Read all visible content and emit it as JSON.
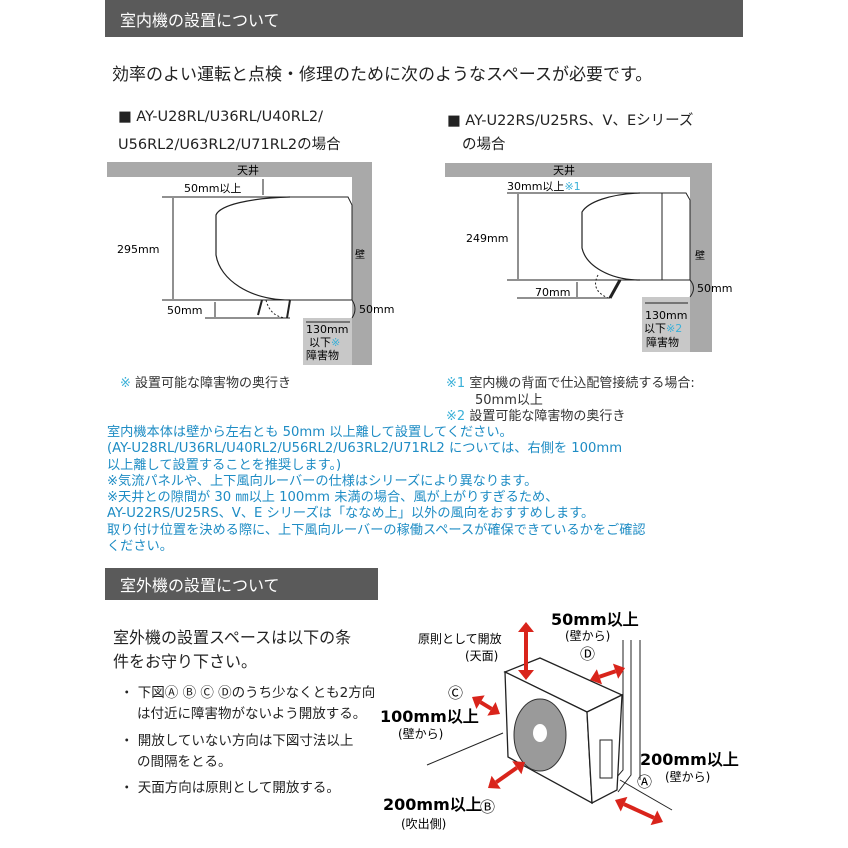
{
  "indoor": {
    "header": "室内機の設置について",
    "intro": "効率のよい運転と点検・修理のために次のようなスペースが必要です。",
    "left": {
      "title_line1": "■ AY-U28RL/U36RL/U40RL2/",
      "title_line2": "U56RL2/U63RL2/U71RL2の場合",
      "ceiling": "天井",
      "wall": "壁",
      "top_gap": "50mm以上",
      "height": "295mm",
      "bottom_gap": "50mm",
      "back_gap": "50mm",
      "obstacle_depth": "130mm",
      "obstacle_below": "以下",
      "obstacle_mark": "※",
      "obstacle": "障害物",
      "note_mark": "※",
      "note": "設置可能な障害物の奥行き"
    },
    "right": {
      "title_line1": "■ AY-U22RS/U25RS、V、Eシリーズ",
      "title_line2": "の場合",
      "ceiling": "天井",
      "wall": "壁",
      "top_gap": "30mm以上",
      "top_gap_mark": "※1",
      "height": "249mm",
      "bottom_gap": "70mm",
      "back_gap": "50mm",
      "obstacle_depth": "130mm",
      "obstacle_below": "以下",
      "obstacle_mark": "※2",
      "obstacle": "障害物",
      "note1_mark": "※1",
      "note1_line1": "室内機の背面で仕込配管接続する場合:",
      "note1_line2": "50mm以上",
      "note2_mark": "※2",
      "note2": "設置可能な障害物の奥行き"
    },
    "remarks": [
      "室内機本体は壁から左右とも 50mm 以上離して設置してください。",
      "(AY-U28RL/U36RL/U40RL2/U56RL2/U63RL2/U71RL2 については、右側を 100mm",
      "以上離して設置することを推奨します。)",
      "※気流パネルや、上下風向ルーバーの仕様はシリーズにより異なります。",
      "※天井との隙間が 30 ㎜以上 100mm 未満の場合、風が上がりすぎるため、",
      "AY-U22RS/U25RS、V、E シリーズは「ななめ上」以外の風向をおすすめします。",
      "取り付け位置を決める際に、上下風向ルーバーの稼働スペースが確保できているかをご確認",
      "ください。"
    ],
    "remarks_color": "#1e8cc4"
  },
  "outdoor": {
    "header": "室外機の設置について",
    "intro_line1": "室外機の設置スペースは以下の条",
    "intro_line2": "件をお守り下さい。",
    "bullets": [
      [
        "・ 下図Ⓐ Ⓑ Ⓒ Ⓓのうち少なくとも2方向",
        "は付近に障害物がないよう開放する。"
      ],
      [
        "・ 開放していない方向は下図寸法以上",
        "の間隔をとる。"
      ],
      [
        "・ 天面方向は原則として開放する。"
      ]
    ],
    "diagram": {
      "top_label": "原則として開放",
      "top_sub": "(天面)",
      "d_value": "50mm以上",
      "d_sub": "(壁から)",
      "d_mark": "Ⓓ",
      "c_mark": "Ⓒ",
      "c_value": "100mm以上",
      "c_sub": "(壁から)",
      "a_value": "200mm以上",
      "a_sub": "(壁から)",
      "a_mark": "Ⓐ",
      "b_value": "200mm以上",
      "b_mark": "Ⓑ",
      "b_sub": "(吹出側)"
    },
    "arrow_color": "#d9241b"
  }
}
